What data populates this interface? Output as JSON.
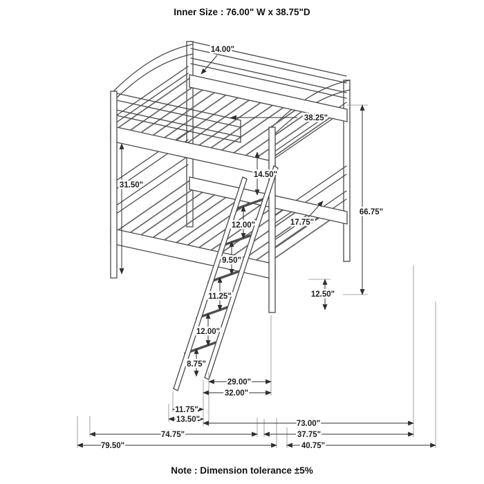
{
  "header": {
    "inner_size": "Inner Size : 76.00\" W x  38.75\"D"
  },
  "footer": {
    "note": "Note : Dimension tolerance ±5%"
  },
  "diagram": {
    "subject": "twin over twin bunk bed with ladder - line drawing",
    "line_color": "#474747",
    "dims": {
      "headboard_gap": "14.00\"",
      "top_inner_width": "38.25\"",
      "left_post_height": "31.50\"",
      "guard_rail_height": "14.50\"",
      "overall_height": "66.75\"",
      "foot_panel_height": "17.75\"",
      "ladder_gap_1": "12.00\"",
      "ladder_gap_2": "9.50\"",
      "ladder_gap_3": "11.25\"",
      "ladder_gap_4": "12.00\"",
      "ladder_gap_5": "8.75\"",
      "bottom_clearance": "12.50\"",
      "ladder_span_1": "29.00\"",
      "ladder_span_2": "32.00\"",
      "ladder_offset_1": "11.75\"",
      "ladder_offset_2": "13.50\"",
      "inner_length": "73.00\"",
      "frame_length": "74.75\"",
      "frame_depth": "37.75\"",
      "overall_length": "79.50\"",
      "overall_depth": "40.75\""
    }
  }
}
